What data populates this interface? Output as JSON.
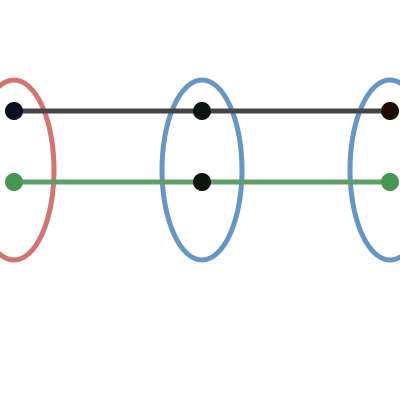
{
  "colors": {
    "background": "#ffffff",
    "ring_red": "#d47370",
    "ring_blue": "#6696c8",
    "wire_black": "#454545",
    "wire_green": "#5f9e67",
    "node_black": "#0c1410",
    "node_navy": "#0a0f1e",
    "node_brown": "#1e0a02",
    "node_green": "#489452"
  },
  "rings": [
    {
      "id": "left",
      "color_key": "ring_red"
    },
    {
      "id": "middle",
      "color_key": "ring_blue"
    },
    {
      "id": "right",
      "color_key": "ring_blue"
    }
  ],
  "wires": [
    {
      "id": "top",
      "color_key": "wire_black"
    },
    {
      "id": "bottom",
      "color_key": "wire_green"
    }
  ],
  "nodes": [
    {
      "id": "top-left",
      "color_key": "node_navy"
    },
    {
      "id": "top-middle",
      "color_key": "node_black"
    },
    {
      "id": "top-right",
      "color_key": "node_brown"
    },
    {
      "id": "bottom-left",
      "color_key": "node_green"
    },
    {
      "id": "bottom-middle",
      "color_key": "node_black"
    },
    {
      "id": "bottom-right",
      "color_key": "node_green"
    }
  ]
}
